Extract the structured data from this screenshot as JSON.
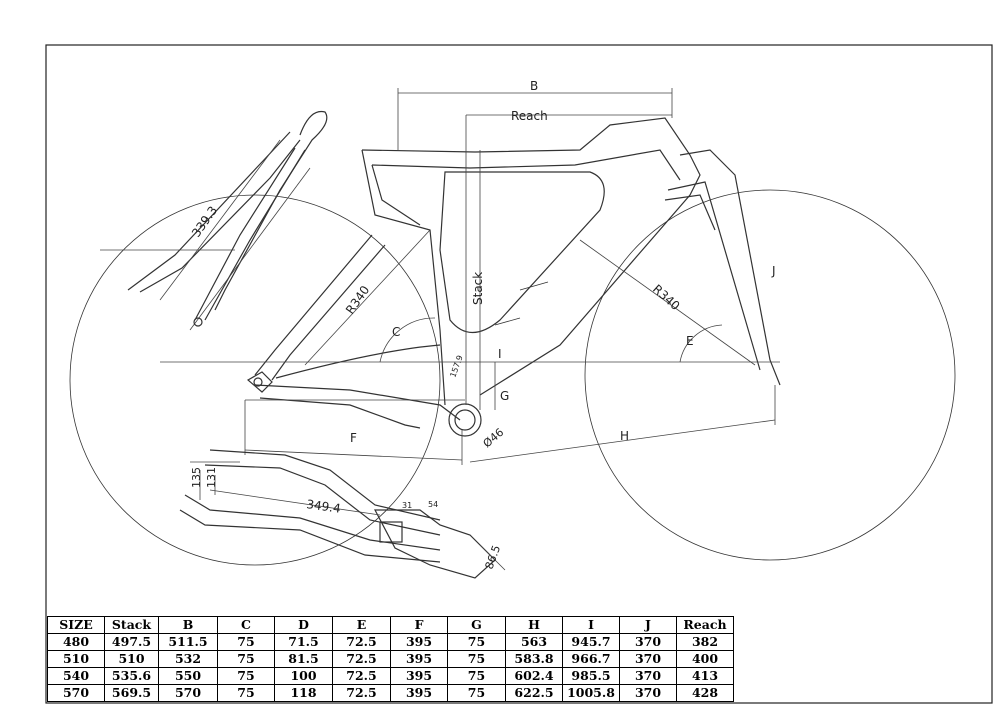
{
  "labels": {
    "b": "B",
    "reach": "Reach",
    "stack": "Stack",
    "r340_left": "R340",
    "r340_right": "R340",
    "c": "C",
    "e": "E",
    "f": "F",
    "g": "G",
    "h": "H",
    "i": "I",
    "j": "J",
    "d46": "Ø46",
    "fork_339": "339.3",
    "stay_349": "349.4",
    "h135": "135",
    "h131": "131",
    "bb865": "86.5",
    "bb31": "31",
    "bb54": "54",
    "seat_angle": "157.9"
  },
  "table": {
    "headers": [
      "SIZE",
      "Stack",
      "B",
      "C",
      "D",
      "E",
      "F",
      "G",
      "H",
      "I",
      "J",
      "Reach"
    ],
    "rows": [
      [
        "480",
        "497.5",
        "511.5",
        "75",
        "71.5",
        "72.5",
        "395",
        "75",
        "563",
        "945.7",
        "370",
        "382"
      ],
      [
        "510",
        "510",
        "532",
        "75",
        "81.5",
        "72.5",
        "395",
        "75",
        "583.8",
        "966.7",
        "370",
        "400"
      ],
      [
        "540",
        "535.6",
        "550",
        "75",
        "100",
        "72.5",
        "395",
        "75",
        "602.4",
        "985.5",
        "370",
        "413"
      ],
      [
        "570",
        "569.5",
        "570",
        "75",
        "118",
        "72.5",
        "395",
        "75",
        "622.5",
        "1005.8",
        "370",
        "428"
      ]
    ]
  }
}
